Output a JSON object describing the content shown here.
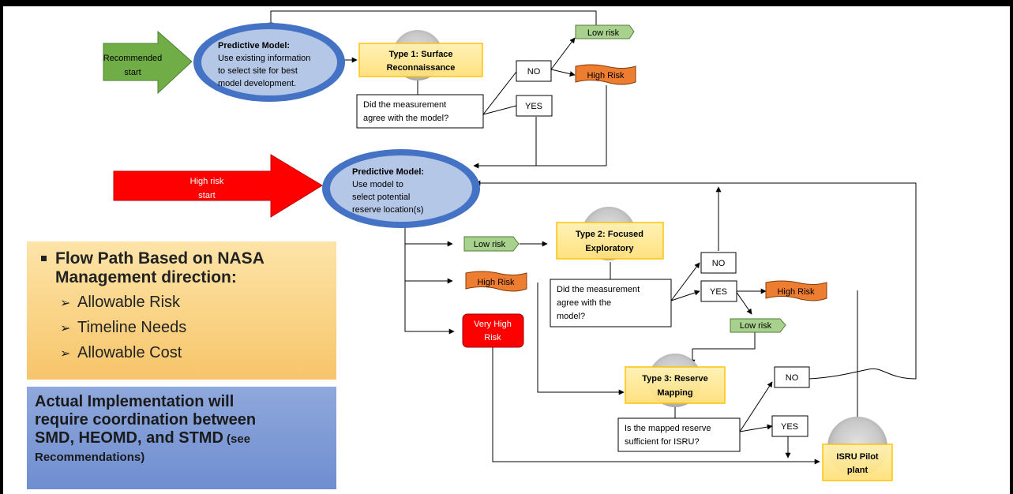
{
  "start": {
    "recommended": [
      "Recommended",
      "start"
    ],
    "high_risk": [
      "High risk",
      "start"
    ]
  },
  "model1": {
    "title": "Predictive Model:",
    "lines": [
      "Use existing information",
      "to select site for best",
      "model development."
    ]
  },
  "model2": {
    "title": "Predictive Model:",
    "lines": [
      "Use model to",
      "select potential",
      "reserve location(s)"
    ]
  },
  "type1": {
    "lines": [
      "Type 1:  Surface",
      "Reconnaissance"
    ],
    "question": [
      "Did the measurement",
      "agree with the model?"
    ]
  },
  "type2": {
    "lines": [
      "Type 2: Focused",
      "Exploratory"
    ],
    "question": [
      "Did the measurement",
      "agree with the",
      "model?"
    ]
  },
  "type3": {
    "lines": [
      "Type 3: Reserve",
      "Mapping"
    ],
    "question": [
      "Is the mapped reserve",
      "sufficient for ISRU?"
    ]
  },
  "isru": {
    "lines": [
      "ISRU Pilot",
      "plant"
    ]
  },
  "answers": {
    "no": "NO",
    "yes": "YES"
  },
  "risk": {
    "low": "Low risk",
    "high": "High Risk",
    "very_high": [
      "Very High",
      "Risk"
    ]
  },
  "flow_panel": {
    "heading": [
      "Flow Path Based on NASA",
      "Management direction:"
    ],
    "items": [
      "Allowable Risk",
      "Timeline Needs",
      "Allowable Cost"
    ]
  },
  "impl_panel": {
    "lines": [
      "Actual Implementation will",
      "require coordination between"
    ],
    "last_main": "SMD, HEOMD, and STMD",
    "last_small": " (see",
    "tail": "Recommendations)"
  },
  "colors": {
    "green": "#70ad47",
    "red": "#ff0000",
    "orange": "#ed7d31",
    "light_green": "#a9d18e",
    "yellow_box": "#ffe699",
    "yellow_border": "#ffc000",
    "model_fill": "#b4c7e7",
    "model_ring": "#4472c4"
  }
}
